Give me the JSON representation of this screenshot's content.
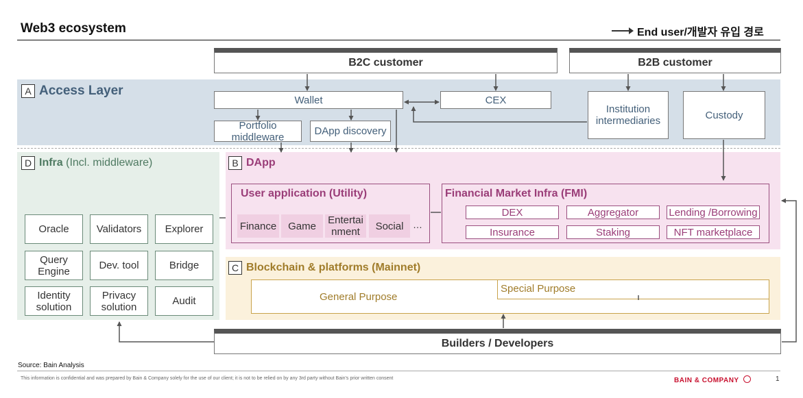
{
  "title": "Web3 ecosystem",
  "legend": "End user/개발자 유입 경로",
  "customers": {
    "b2c": "B2C customer",
    "b2b": "B2B customer"
  },
  "access": {
    "letter": "A",
    "title": "Access Layer",
    "wallet": "Wallet",
    "cex": "CEX",
    "institution": "Institution intermediaries",
    "custody": "Custody",
    "portfolio": "Portfolio middleware",
    "dapp_discovery": "DApp discovery"
  },
  "infra": {
    "letter": "D",
    "title_bold": "Infra",
    "title_rest": " (Incl. middleware)",
    "items": [
      "Oracle",
      "Validators",
      "Explorer",
      "Query Engine",
      "Dev. tool",
      "Bridge",
      "Identity solution",
      "Privacy solution",
      "Audit"
    ]
  },
  "dapp": {
    "letter": "B",
    "title": "DApp",
    "user_app": {
      "title": "User application (Utility)",
      "items": [
        "Finance",
        "Game",
        "Entertainment",
        "Social"
      ],
      "more": "…"
    },
    "fmi": {
      "title": "Financial Market Infra (FMI)",
      "items": [
        "DEX",
        "Aggregator",
        "Lending /Borrowing",
        "Insurance",
        "Staking",
        "NFT marketplace"
      ]
    }
  },
  "chain": {
    "letter": "C",
    "title": "Blockchain & platforms (Mainnet)",
    "general": "General Purpose",
    "special": "Special Purpose"
  },
  "builders": "Builders / Developers",
  "source": "Source: Bain Analysis",
  "confidential": "This information is confidential and was prepared by Bain & Company solely for the use of our client; it is not to be relied on by any 3rd party without Bain's prior written consent",
  "brand": "BAIN & COMPANY",
  "page": "1",
  "colors": {
    "access_bg": "#d5dfe8",
    "infra_bg": "#e6efe9",
    "dapp_bg": "#f7e2ef",
    "chain_bg": "#fbf1dc",
    "dapp_accent": "#9a3d78",
    "chain_accent": "#a07c2a",
    "access_accent": "#44607a",
    "brand_red": "#c8102e"
  }
}
